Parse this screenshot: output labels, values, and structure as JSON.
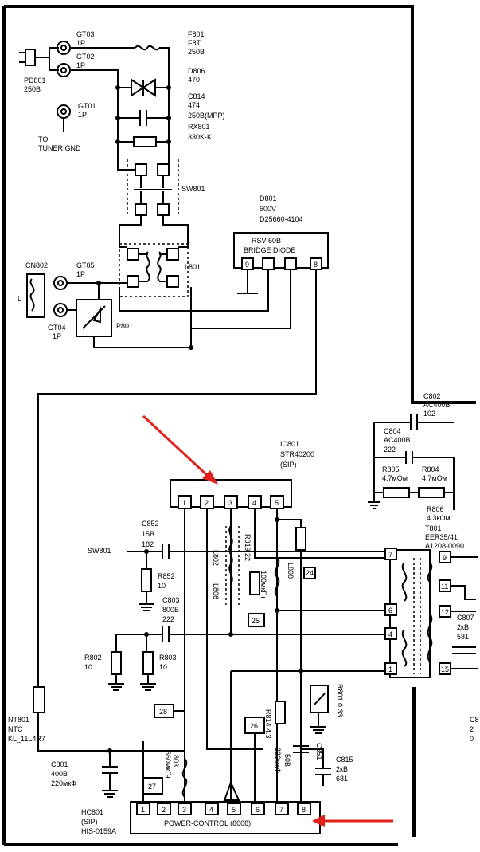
{
  "labels": {
    "gt03": "GT03",
    "gt03_sub": "1P",
    "gt02": "GT02",
    "gt02_sub": "1P",
    "pd801": "PD801",
    "pd801_sub": "250B",
    "gt01": "GT01",
    "gt01_sub": "1P",
    "to_tuner_1": "TO",
    "to_tuner_2": "TUNER GND",
    "f801": "F801",
    "f801_sub1": "F8T",
    "f801_sub2": "250B",
    "d806": "D806",
    "d806_sub": "470",
    "c814": "C814",
    "c814_sub1": "474",
    "c814_sub2": "250B(MPP)",
    "rx801": "RX801",
    "rx801_sub": "330K-K",
    "sw801": "SW801",
    "d801": "D801",
    "d801_sub1": "600V",
    "d801_sub2": "D25660-4104",
    "bridge_1": "RSV-60B",
    "bridge_2": "BRIDGE DIODE",
    "pin_8": "8",
    "pin_9": "9",
    "cn802": "CN802",
    "l_label": "L",
    "gt05": "GT05",
    "gt05_sub": "1P",
    "gt04": "GT04",
    "gt04_sub": "1P",
    "p801": "P801",
    "l801": "L801",
    "c802": "C802",
    "c802_sub1": "AC400B",
    "c802_sub2": "102",
    "c804": "C804",
    "c804_sub1": "AC400B",
    "c804_sub2": "222",
    "r805": "R805",
    "r805_sub": "4.7мОм",
    "r804": "R804",
    "r804_sub": "4.7мОм",
    "r806": "R806",
    "r806_sub": "4.3кОм",
    "t801": "T801",
    "t801_sub1": "EER35/41",
    "t801_sub2": "A1208-0090",
    "ic801": "IC801",
    "ic801_sub1": "STR40200",
    "ic801_sub2": "(SIP)",
    "ic_pin1": "1",
    "ic_pin2": "2",
    "ic_pin3": "3",
    "ic_pin4": "4",
    "ic_pin5": "5",
    "c852": "C852",
    "c852_sub1": "15B",
    "c852_sub2": "182",
    "sw801_left": "SW801",
    "r852": "R852",
    "r852_sub": "10",
    "l802": "L802",
    "l806": "L806",
    "r819": "R819 22",
    "l808": "L808",
    "l808_val": "100мкГн",
    "c803": "C803",
    "c803_sub1": "800B",
    "c803_sub2": "222",
    "r802": "R802",
    "r802_sub": "10",
    "r803": "R803",
    "r803_sub": "10",
    "nt801": "NT801",
    "nt801_sub1": "NTC",
    "nt801_sub2": "KL_11L4R7",
    "c801": "C801",
    "c801_sub1": "400B",
    "c801_sub2": "220мкФ",
    "hc801": "HC801",
    "hc801_sub1": "(SIP)",
    "hc801_sub2": "HIS-0159A",
    "power_control": "POWER-CONTROL (8008)",
    "l803": "L803",
    "l803_val": "560мкГн",
    "r814": "R814 4.3",
    "c851": "C851",
    "c851_v": "50B",
    "c851_val": "220мкФ",
    "r801": "R801 0.33",
    "c815": "C815",
    "c815_sub1": "2кВ",
    "c815_sub2": "681",
    "c807": "C807",
    "c807_sub1": "2кВ",
    "c807_sub2": "581",
    "c8_partial": "C8",
    "c8_sub1": "2",
    "c8_sub2": "0",
    "box_24": "24",
    "box_25": "25",
    "box_26": "26",
    "box_27": "27",
    "box_28": "28",
    "t_pin7": "7",
    "t_pin6": "6",
    "t_pin4": "4",
    "t_pin1": "1",
    "t_pin9": "9",
    "t_pin11": "11",
    "t_pin12": "12",
    "t_pin15": "15",
    "hc_pin1": "1",
    "hc_pin2": "2",
    "hc_pin3": "3",
    "hc_pin4": "4",
    "hc_pin5": "5",
    "hc_pin6": "6",
    "hc_pin7": "7",
    "hc_pin8": "8"
  },
  "colors": {
    "annotation_arrow": "#e0201a"
  },
  "icons": [
    "ac-plug-icon",
    "fuse-icon",
    "bridge-diode-icon",
    "ground-icon",
    "transformer-icon",
    "thermistor-icon",
    "annotation-arrow-icon"
  ]
}
